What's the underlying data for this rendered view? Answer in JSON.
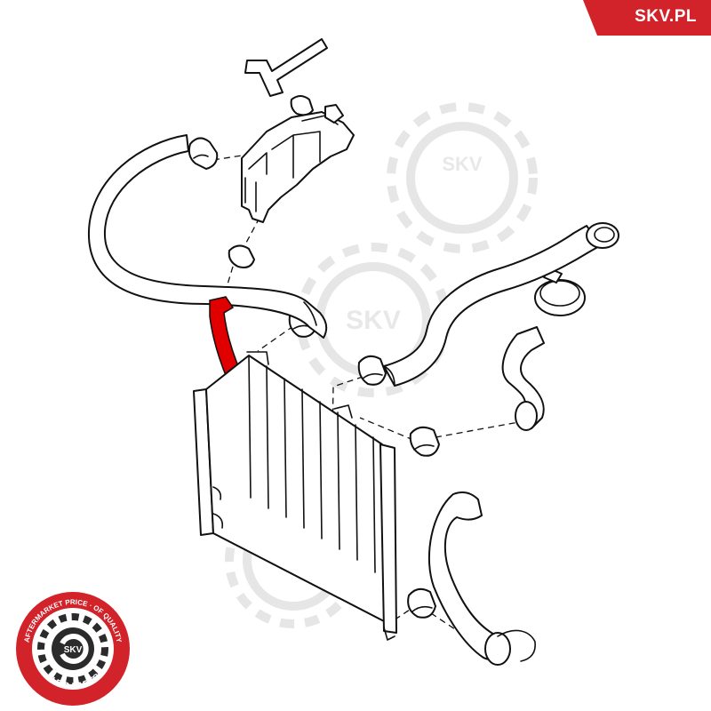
{
  "brand": {
    "label": "SKV.PL",
    "color": "#d2232a"
  },
  "watermark": {
    "text": "SKV"
  },
  "highlight_color": "#e00000",
  "seal": {
    "ring_text": "AFTERMARKET PRICE · OF QUALITY",
    "bottom_text": "AUTO PARTS",
    "center_text": "SKV"
  }
}
